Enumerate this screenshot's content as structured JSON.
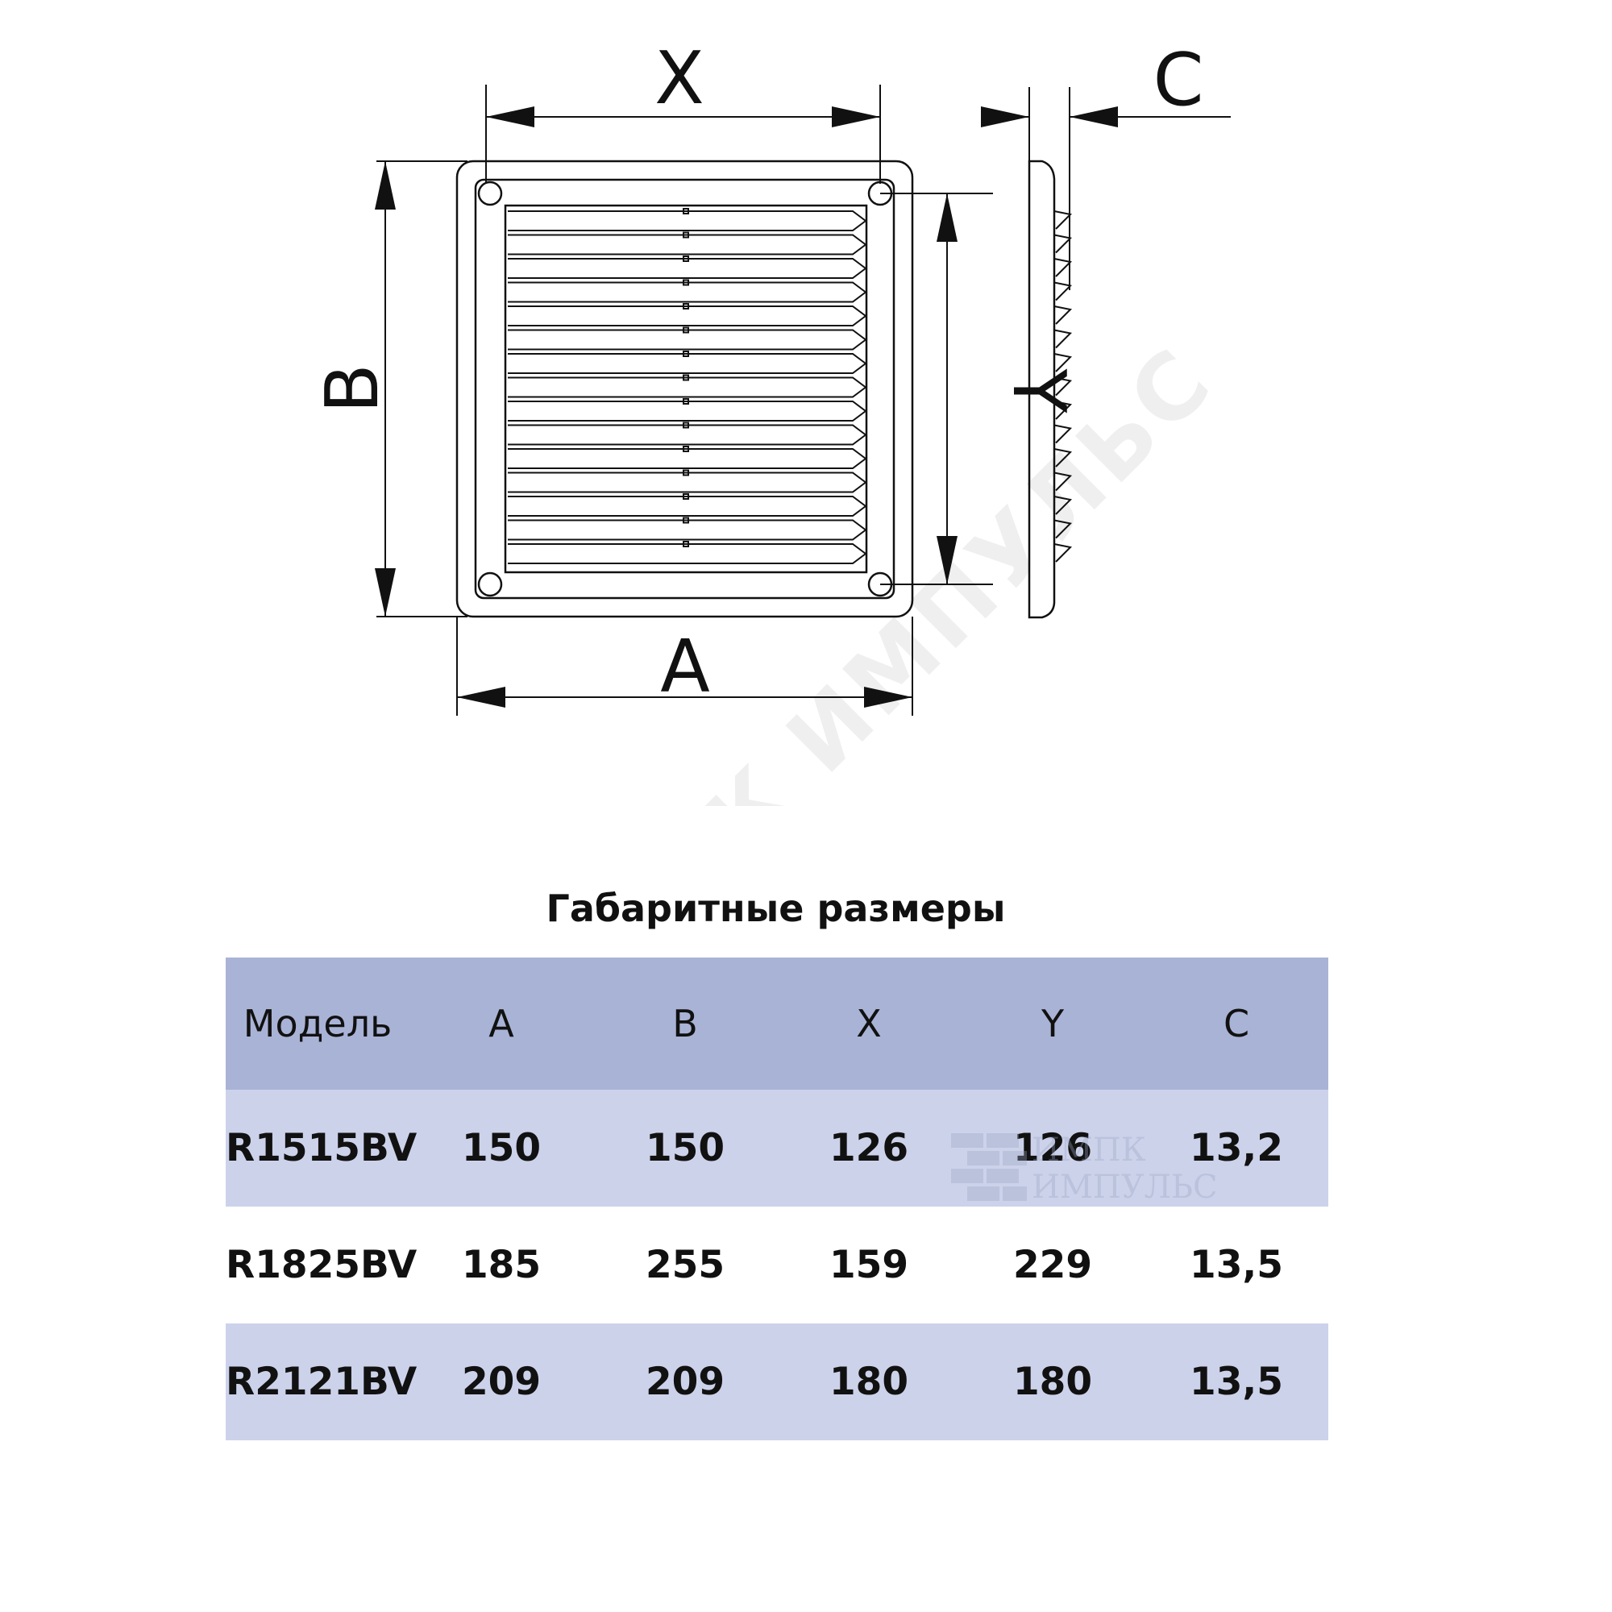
{
  "drawing": {
    "labels": {
      "x": "X",
      "y": "Y",
      "a": "A",
      "b": "B",
      "c": "C"
    },
    "watermark": "ИМПК ИМПУЛЬС"
  },
  "table": {
    "title": "Габаритные размеры",
    "headers": [
      "Модель",
      "A",
      "B",
      "X",
      "Y",
      "C"
    ],
    "rows": [
      [
        "R1515BV",
        "150",
        "150",
        "126",
        "126",
        "13,2"
      ],
      [
        "R1825BV",
        "185",
        "255",
        "159",
        "229",
        "13,5"
      ],
      [
        "R2121BV",
        "209",
        "209",
        "180",
        "180",
        "13,5"
      ]
    ]
  },
  "logo": {
    "line1": "ИМПК",
    "line2": "ИМПУЛЬС"
  },
  "colors": {
    "header_bg": "#a9b3d6",
    "stripe_bg": "#ccd2ea",
    "ink": "#111111"
  }
}
